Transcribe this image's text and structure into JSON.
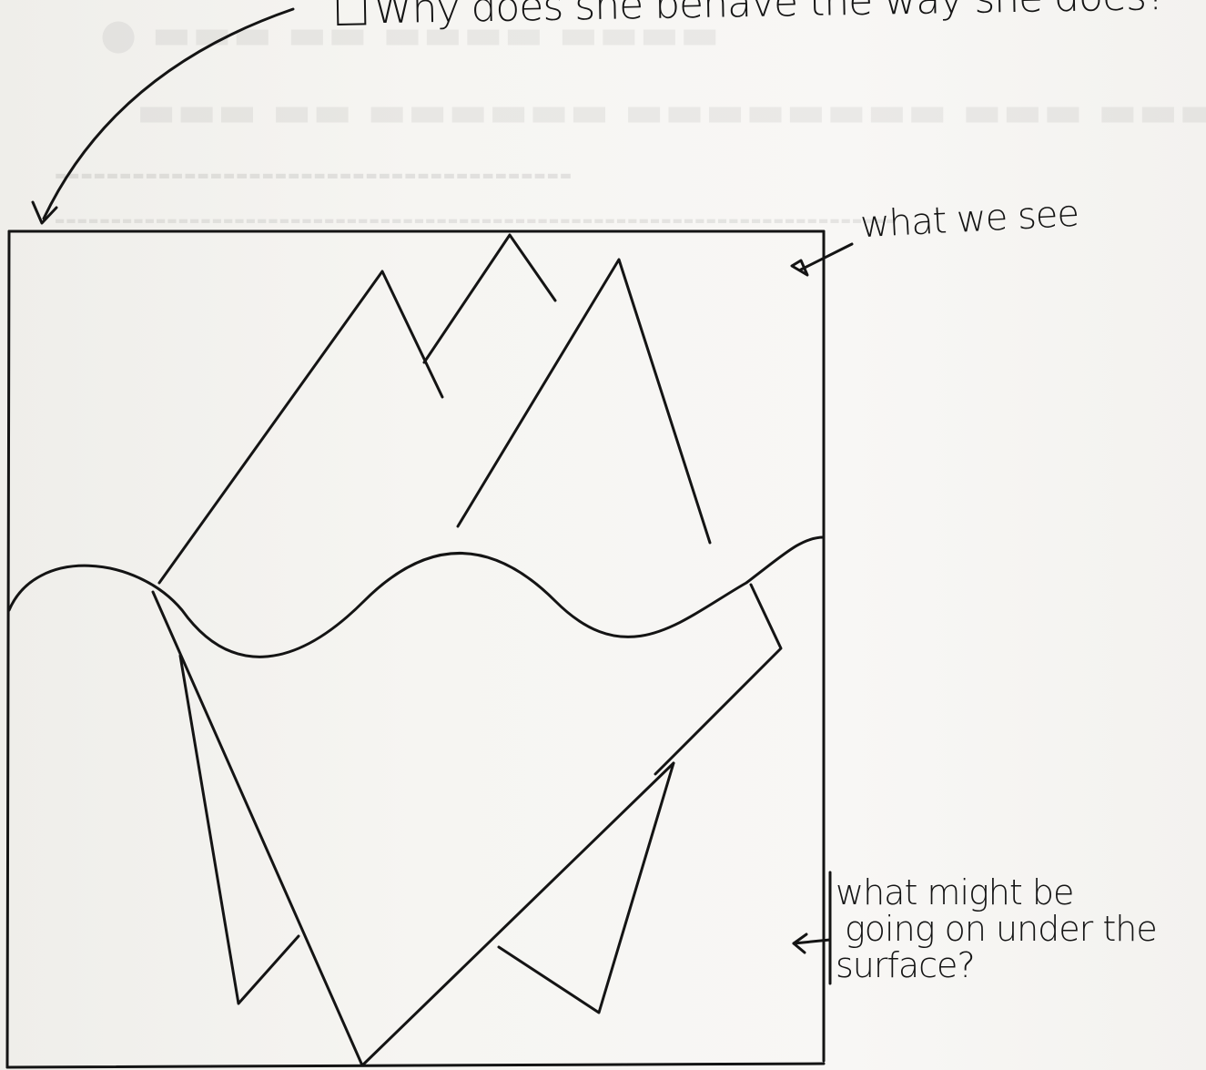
{
  "title": {
    "question": "Why does she behave the way she does?"
  },
  "labels": {
    "above_surface": "what we see",
    "below_surface_lines": [
      "what might be",
      "going on under the",
      "surface?"
    ]
  },
  "icons": {
    "checkbox": "empty-checkbox-icon",
    "arrow": "curved-arrow-icon"
  },
  "colors": {
    "ink": "#141414",
    "paper": "#f4f3f0"
  }
}
